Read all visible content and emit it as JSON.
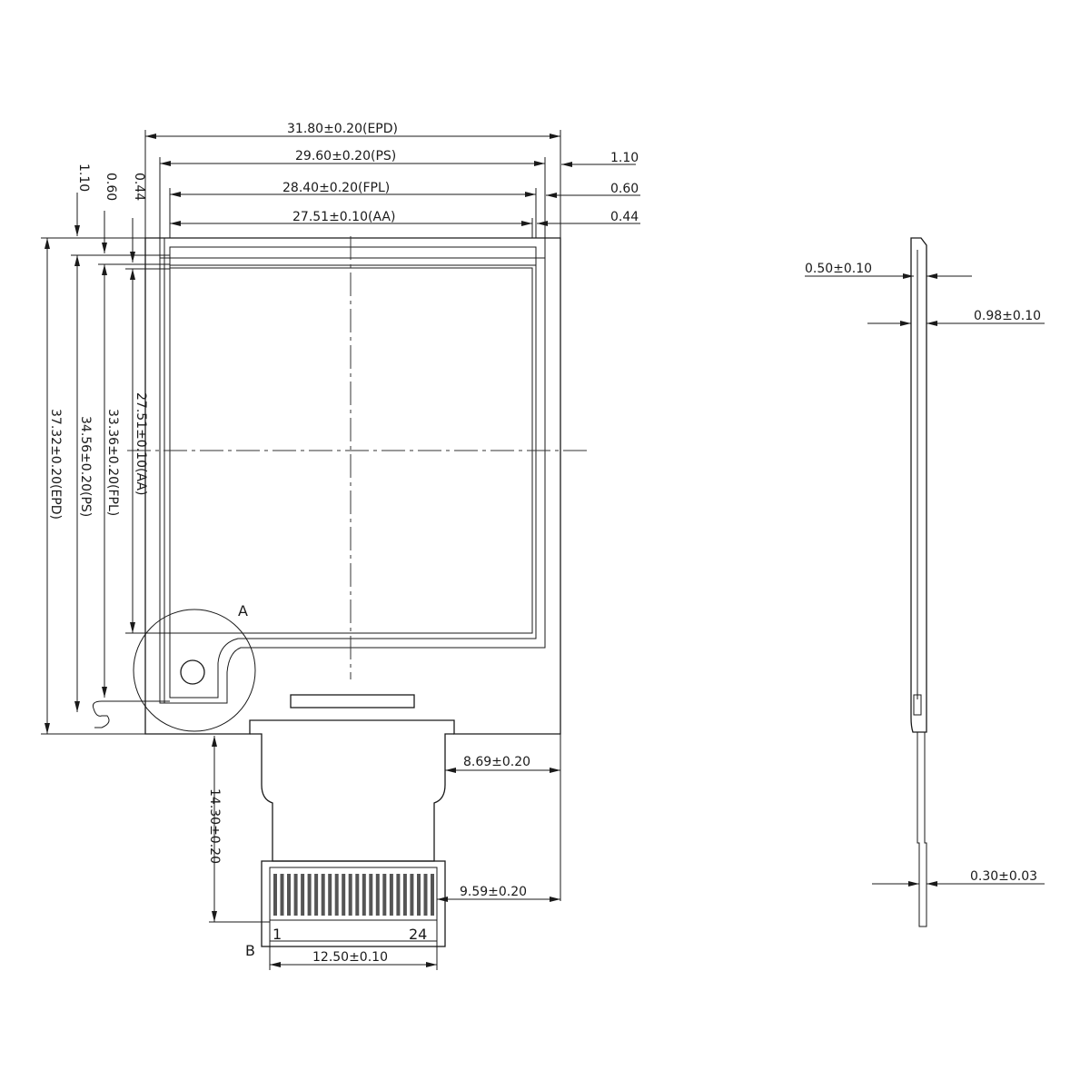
{
  "front_view": {
    "width_epd": "31.80±0.20(EPD)",
    "width_ps": "29.60±0.20(PS)",
    "width_fpl": "28.40±0.20(FPL)",
    "width_aa": "27.51±0.10(AA)",
    "offset_top_epd": "1.10",
    "offset_top_fpl": "0.60",
    "offset_top_aa": "0.44",
    "offset_left_epd": "1.10",
    "offset_left_fpl": "0.60",
    "offset_left_aa": "0.44",
    "height_epd": "37.32±0.20(EPD)",
    "height_ps": "34.56±0.20(PS)",
    "height_fpl": "33.36±0.20(FPL)",
    "height_aa": "27.51±0.10(AA)",
    "detail_a": "A",
    "detail_b": "B",
    "fpc_length": "14.30±0.20",
    "fpc_offset_1": "8.69±0.20",
    "fpc_offset_2": "9.59±0.20",
    "connector_width": "12.50±0.10",
    "pin_first": "1",
    "pin_last": "24"
  },
  "side_view": {
    "thickness_1": "0.50±0.10",
    "thickness_2": "0.98±0.10",
    "fpc_thickness": "0.30±0.03"
  }
}
